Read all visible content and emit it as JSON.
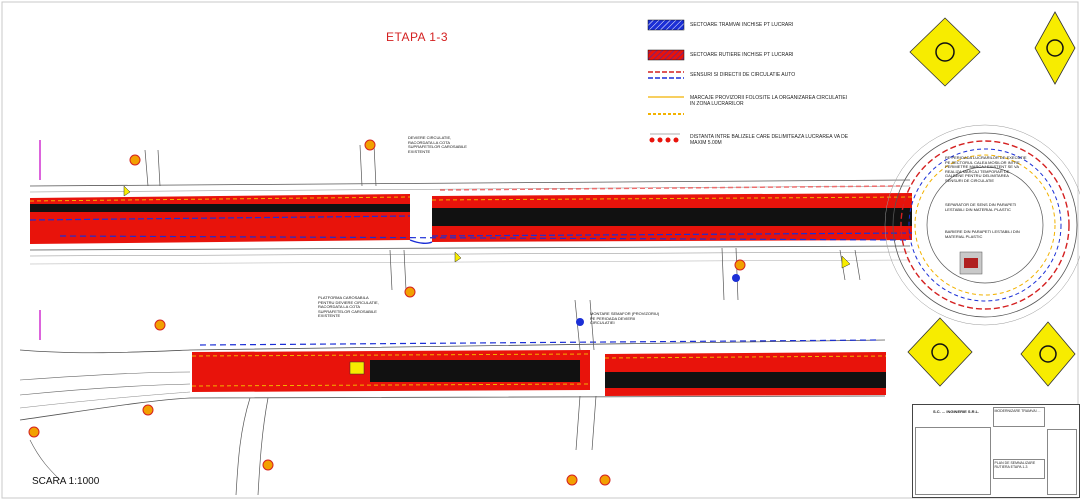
{
  "stage_title": "ETAPA 1-3",
  "legend": [
    {
      "id": "tram",
      "text": "SECTOARE TRAMVAI INCHISE PT LUCRARI"
    },
    {
      "id": "road",
      "text": "SECTOARE RUTIERE INCHISE PT LUCRARI"
    },
    {
      "id": "traffic",
      "text": "SENSURI SI DIRECTII DE CIRCULATIE AUTO"
    },
    {
      "id": "temp",
      "text": "MARCAJE PROVIZORII FOLOSITE LA ORGANIZAREA CIRCULATIEI IN ZONA LUCRARILOR"
    },
    {
      "id": "dist",
      "text": "DISTANTA INTRE BALIZELE CARE DELIMITEAZA LUCRAREA VA DE MAXIM 5.00m"
    }
  ],
  "notes": {
    "top_sidewalk": "DEVIERE CIRCULATIE, RACORDATA LA COTA SUPRAFETELOR CAROSABILE EXISTENTE",
    "bottom_platform": "PLATFORMA CAROSABILA PENTRU DEVIERE CIRCULATIE, RACORDATA LA COTA SUPRAFETELOR CAROSABILE EXISTENTE",
    "bottom_semaphore": "MONTARE SEMAFOR (PROVIZORIU) PE PERIOADA DEVIERII CIRCULATIEI",
    "roundabout_main": "PE PERIOADA LUCRARILOR DE EXECUTIE PE SECTORUL CALEA MOSILOR INTRE PERIMETRE MARCAJ EXISTENT SE VA REALIZA MARCAJ TEMPORAR DE GALBENE PENTRU DELIMITAREA SENSURI DE CIRCULATIE",
    "roundabout_sep": "SEPARATOR DE SENS DIN PARAPETI LESTABILI DIN MATERIAL PLASTIC",
    "roundabout_barrier": "BARIERE DIN PARAPETI LESTABILI DIN MATERIAL PLASTIC"
  },
  "scale": "SCARA 1:1000",
  "title_block": {
    "company": "S.C. ... INGINERIE S.R.L.",
    "project": "MODERNIZARE TRAMVAI ...",
    "sheet_title": "PLAN DE SEMNALIZARE RUTIERA ETAPA 1-3"
  },
  "colors": {
    "closed_road": "#e8130b",
    "tram_core": "#111111",
    "traffic_blue": "#1b2fd6",
    "temp_marking": "#f2b200",
    "sign_yellow": "#f7ec00",
    "road_line": "#555555"
  }
}
